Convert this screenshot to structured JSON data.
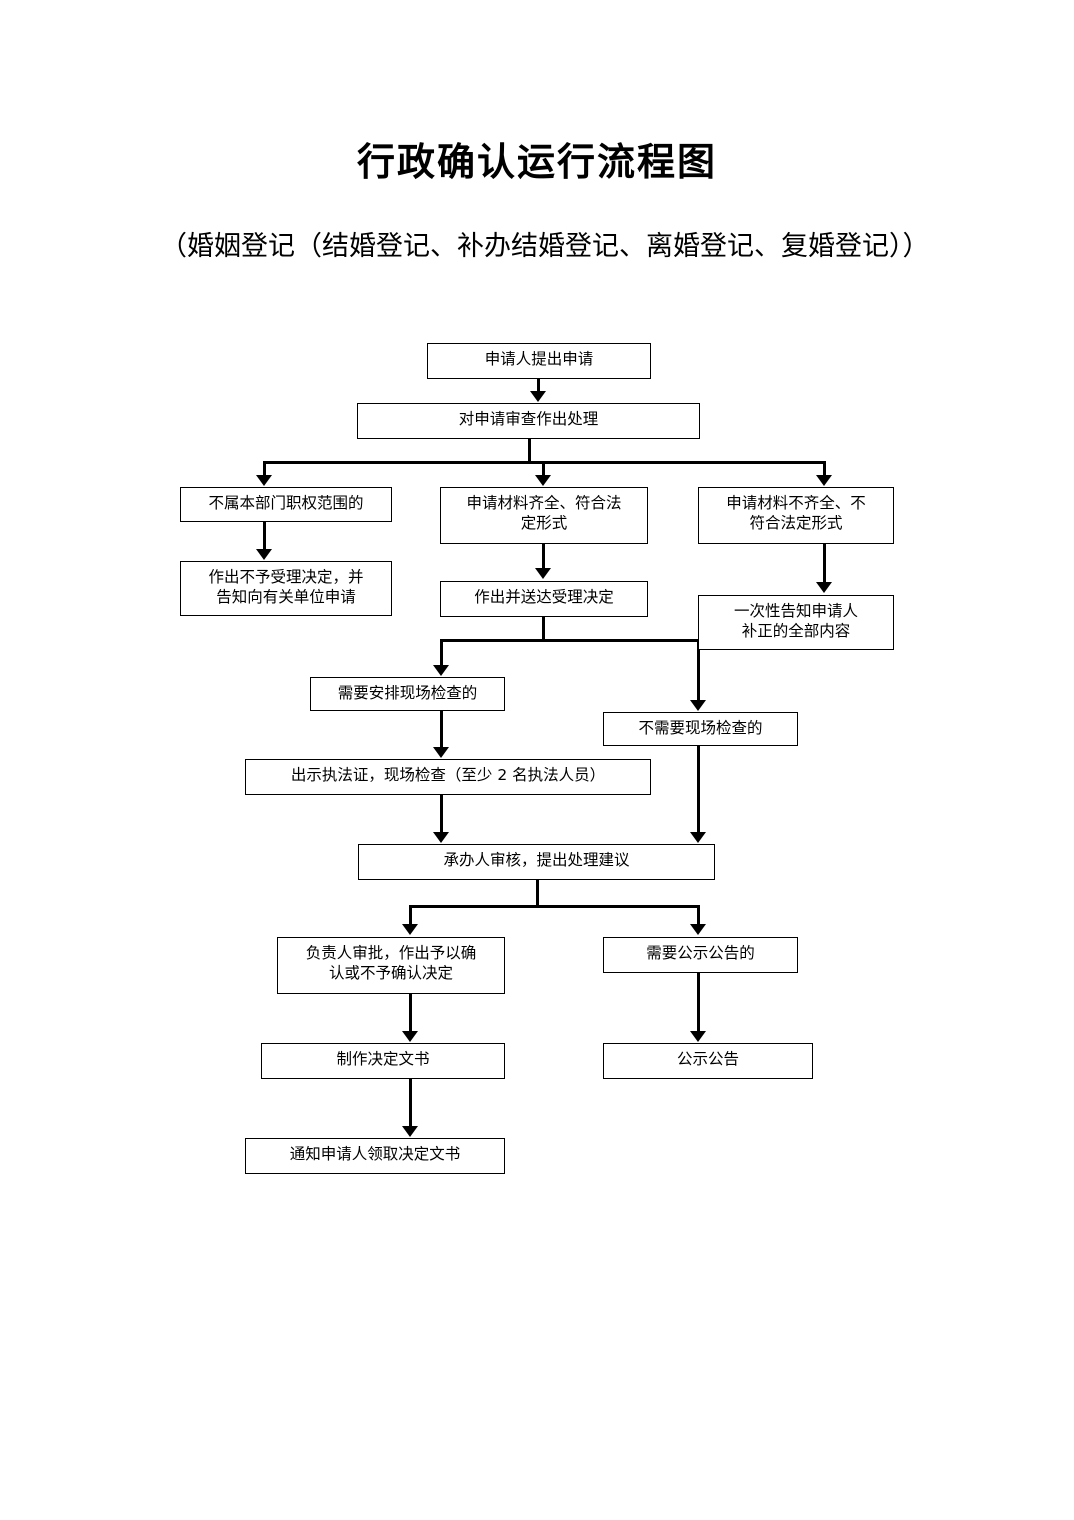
{
  "document": {
    "title": "行政确认运行流程图",
    "subtitle": "（婚姻登记（结婚登记、补办结婚登记、离婚登记、复婚登记））"
  },
  "chart_data": {
    "type": "diagram",
    "diagram_kind": "flowchart",
    "title": "行政确认运行流程图",
    "subtitle": "（婚姻登记（结婚登记、补办结婚登记、离婚登记、复婚登记））",
    "orientation": "top-to-bottom",
    "nodes": [
      {
        "id": "n1",
        "label": "申请人提出申请"
      },
      {
        "id": "n2",
        "label": "对申请审查作出处理"
      },
      {
        "id": "n3",
        "label": "不属本部门职权范围的"
      },
      {
        "id": "n4",
        "label": "申请材料齐全、符合法\n定形式"
      },
      {
        "id": "n5",
        "label": "申请材料不齐全、不\n符合法定形式"
      },
      {
        "id": "n6",
        "label": "作出不予受理决定，并\n告知向有关单位申请"
      },
      {
        "id": "n7",
        "label": "作出并送达受理决定"
      },
      {
        "id": "n8",
        "label": "一次性告知申请人\n补正的全部内容"
      },
      {
        "id": "n9",
        "label": "需要安排现场检查的"
      },
      {
        "id": "n10",
        "label": "不需要现场检查的"
      },
      {
        "id": "n11",
        "label": "出示执法证，现场检查（至少 2 名执法人员）"
      },
      {
        "id": "n12",
        "label": "承办人审核，提出处理建议"
      },
      {
        "id": "n13",
        "label": "负责人审批，作出予以确\n认或不予确认决定"
      },
      {
        "id": "n14",
        "label": "需要公示公告的"
      },
      {
        "id": "n15",
        "label": "制作决定文书"
      },
      {
        "id": "n16",
        "label": "公示公告"
      },
      {
        "id": "n17",
        "label": "通知申请人领取决定文书"
      }
    ],
    "edges": [
      {
        "from": "n1",
        "to": "n2"
      },
      {
        "from": "n2",
        "to": "n3"
      },
      {
        "from": "n2",
        "to": "n4"
      },
      {
        "from": "n2",
        "to": "n5"
      },
      {
        "from": "n3",
        "to": "n6"
      },
      {
        "from": "n4",
        "to": "n7"
      },
      {
        "from": "n5",
        "to": "n8"
      },
      {
        "from": "n7",
        "to": "n9"
      },
      {
        "from": "n7",
        "to": "n10"
      },
      {
        "from": "n9",
        "to": "n11"
      },
      {
        "from": "n11",
        "to": "n12"
      },
      {
        "from": "n10",
        "to": "n12"
      },
      {
        "from": "n12",
        "to": "n13"
      },
      {
        "from": "n12",
        "to": "n14"
      },
      {
        "from": "n13",
        "to": "n15"
      },
      {
        "from": "n14",
        "to": "n16"
      },
      {
        "from": "n15",
        "to": "n17"
      }
    ],
    "colors": {
      "node_border": "#000000",
      "node_fill": "#ffffff",
      "edge": "#000000",
      "text": "#000000"
    }
  }
}
